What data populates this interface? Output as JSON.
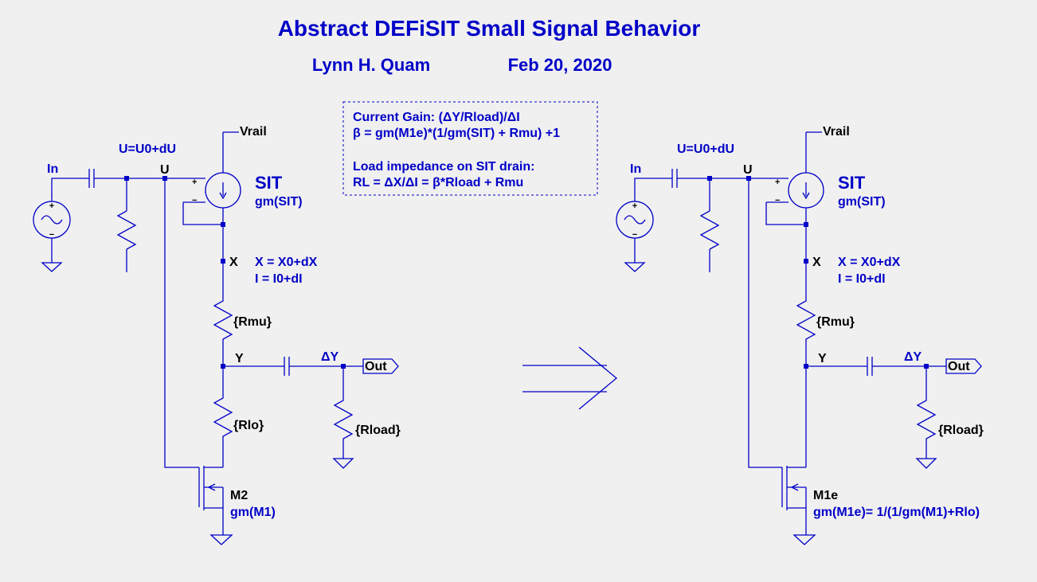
{
  "title": "Abstract DEFiSIT Small Signal Behavior",
  "author": "Lynn H. Quam",
  "date": "Feb 20, 2020",
  "note": {
    "line1": "Current Gain: (ΔY/Rload)/ΔI",
    "line2": "β = gm(M1e)*(1/gm(SIT) + Rmu) +1",
    "line3": "Load impedance on SIT drain:",
    "line4": "RL = ΔX/ΔI = β*Rload + Rmu"
  },
  "left": {
    "in": "In",
    "u_eq": "U=U0+dU",
    "u": "U",
    "vrail": "Vrail",
    "sit": "SIT",
    "sit_gm": "gm(SIT)",
    "x": "X",
    "x_eq": "X = X0+dX",
    "i_eq": "I = I0+dI",
    "rmu": "{Rmu}",
    "y": "Y",
    "dy": "ΔY",
    "out": "Out",
    "rlo": "{Rlo}",
    "rload": "{Rload}",
    "m": "M2",
    "m_gm": "gm(M1)",
    "plus": "+",
    "minus": "−"
  },
  "right": {
    "in": "In",
    "u_eq": "U=U0+dU",
    "u": "U",
    "vrail": "Vrail",
    "sit": "SIT",
    "sit_gm": "gm(SIT)",
    "x": "X",
    "x_eq": "X = X0+dX",
    "i_eq": "I = I0+dI",
    "rmu": "{Rmu}",
    "y": "Y",
    "dy": "ΔY",
    "out": "Out",
    "rload": "{Rload}",
    "m": "M1e",
    "m_gm": "gm(M1e)= 1/(1/gm(M1)+Rlo)",
    "plus": "+",
    "minus": "−"
  }
}
